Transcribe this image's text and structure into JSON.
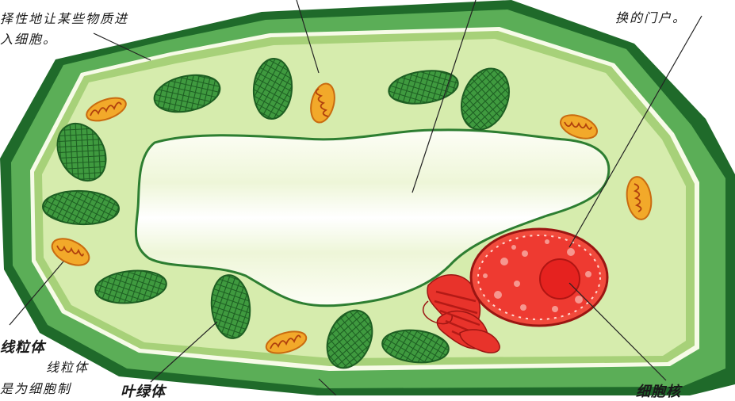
{
  "annotations": {
    "membrane_note": [
      "择性地让某些物质进",
      "入细胞。"
    ],
    "exchange_note": "换的门户。",
    "mito_label": "线粒体",
    "mito_note": [
      "线粒体",
      "是为细胞制"
    ],
    "chloroplast_label": "叶绿体",
    "nucleus_label": "细胞核"
  },
  "colors": {
    "outer_wall": "#1f6a2a",
    "wall_band": "#5bae57",
    "membrane_band": "#b6d98a",
    "cytoplasm": "#d6ecad",
    "vacuole": "#fbfdf3",
    "chloroplast": "#3f9a3f",
    "mitochondrion": "#f2a92a",
    "nucleus": "#e8332b"
  }
}
